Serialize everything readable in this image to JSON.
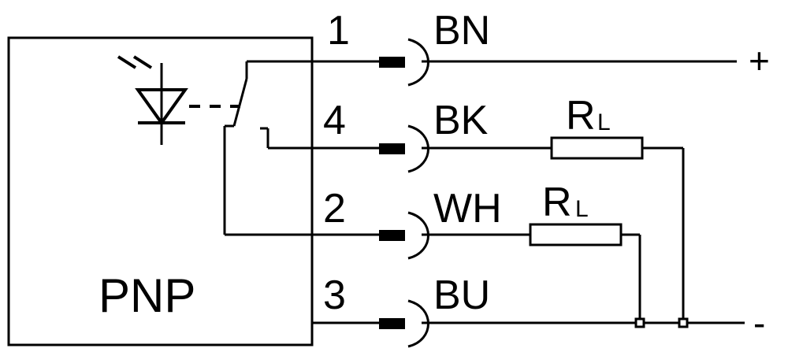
{
  "sensor": {
    "output_type": "PNP"
  },
  "pins": [
    {
      "number": "1",
      "color": "BN"
    },
    {
      "number": "4",
      "color": "BK"
    },
    {
      "number": "2",
      "color": "WH"
    },
    {
      "number": "3",
      "color": "BU"
    }
  ],
  "loads": [
    {
      "symbol": "R",
      "subscript": "L"
    },
    {
      "symbol": "R",
      "subscript": "L"
    }
  ],
  "supply": {
    "positive": "+",
    "negative": "-"
  }
}
